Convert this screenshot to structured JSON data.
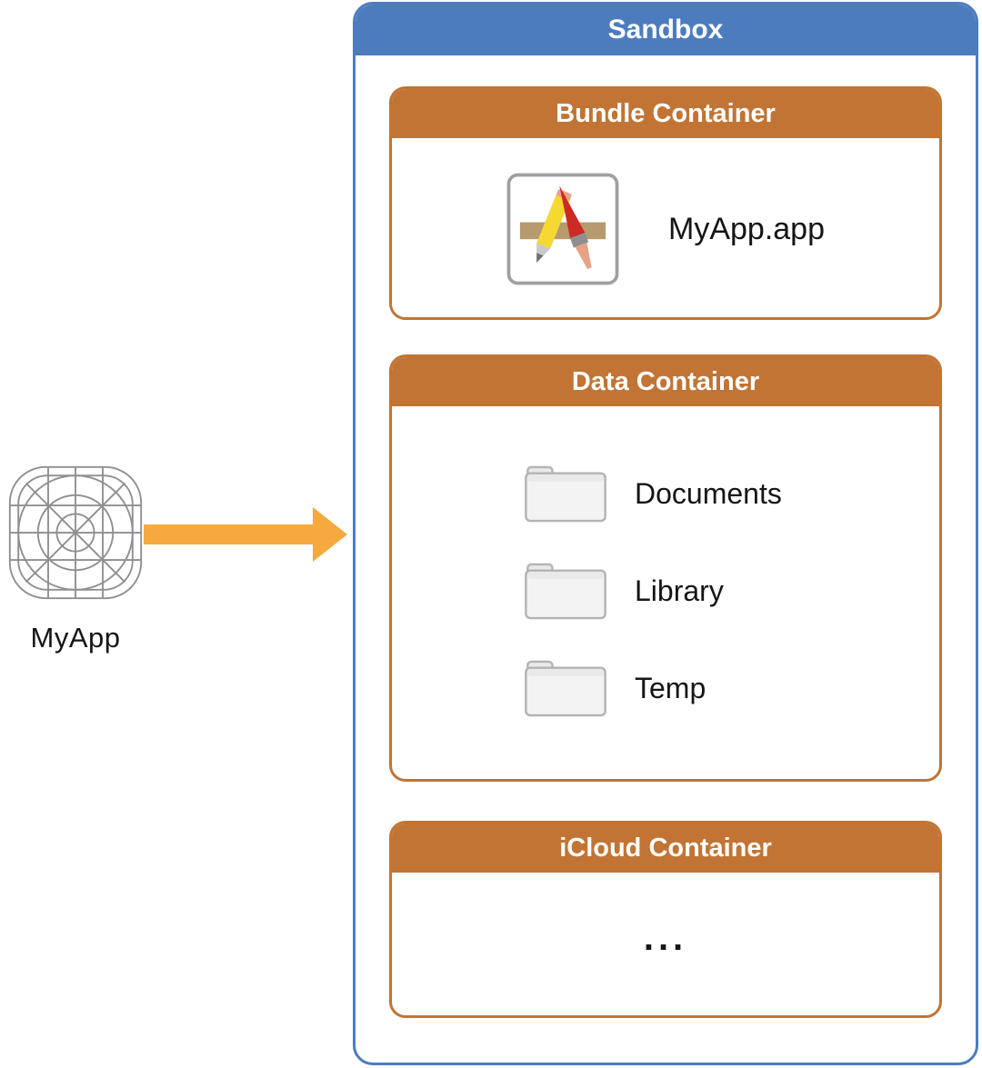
{
  "colors": {
    "sandbox_blue": "#4d7cbe",
    "container_orange": "#c17434",
    "arrow_orange": "#f6a93f"
  },
  "icons": {
    "source_app": "app-icon-grid-template",
    "arrow": "right-arrow",
    "app_bundle": "applications-a-pencil-brush",
    "folder": "folder"
  },
  "source_app": {
    "label": "MyApp"
  },
  "sandbox": {
    "title": "Sandbox",
    "bundle_container": {
      "title": "Bundle Container",
      "app_bundle_label": "MyApp.app"
    },
    "data_container": {
      "title": "Data Container",
      "folders": [
        "Documents",
        "Library",
        "Temp"
      ]
    },
    "icloud_container": {
      "title": "iCloud Container",
      "ellipsis": "..."
    }
  }
}
